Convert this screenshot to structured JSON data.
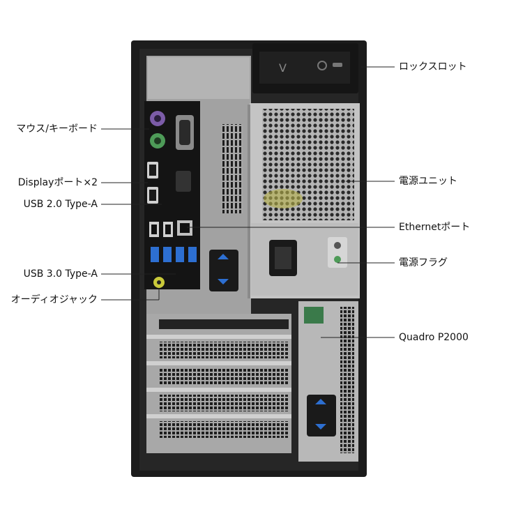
{
  "callouts": {
    "left": [
      {
        "id": "mouse-keyboard",
        "text": "マウス/キーボード"
      },
      {
        "id": "displayport",
        "text": "Displayポート×2"
      },
      {
        "id": "usb20",
        "text": "USB 2.0 Type-A"
      },
      {
        "id": "usb30",
        "text": "USB 3.0 Type-A"
      },
      {
        "id": "audio",
        "text": "オーディオジャック"
      }
    ],
    "right": [
      {
        "id": "lock-slot",
        "text": "ロックスロット"
      },
      {
        "id": "psu",
        "text": "電源ユニット"
      },
      {
        "id": "ethernet",
        "text": "Ethernetポート"
      },
      {
        "id": "power-flag",
        "text": "電源フラグ"
      },
      {
        "id": "gpu",
        "text": "Quadro P2000"
      }
    ]
  },
  "colors": {
    "chassis": "#1c1c1c",
    "metal": "#9a9a9a",
    "metal_light": "#c8c8c8",
    "port_usb3": "#2d6fd1",
    "ps2_mouse": "#7c5ca8",
    "ps2_keyboard": "#4e9b58",
    "audio": "#c9c93a",
    "leader": "#222222"
  }
}
